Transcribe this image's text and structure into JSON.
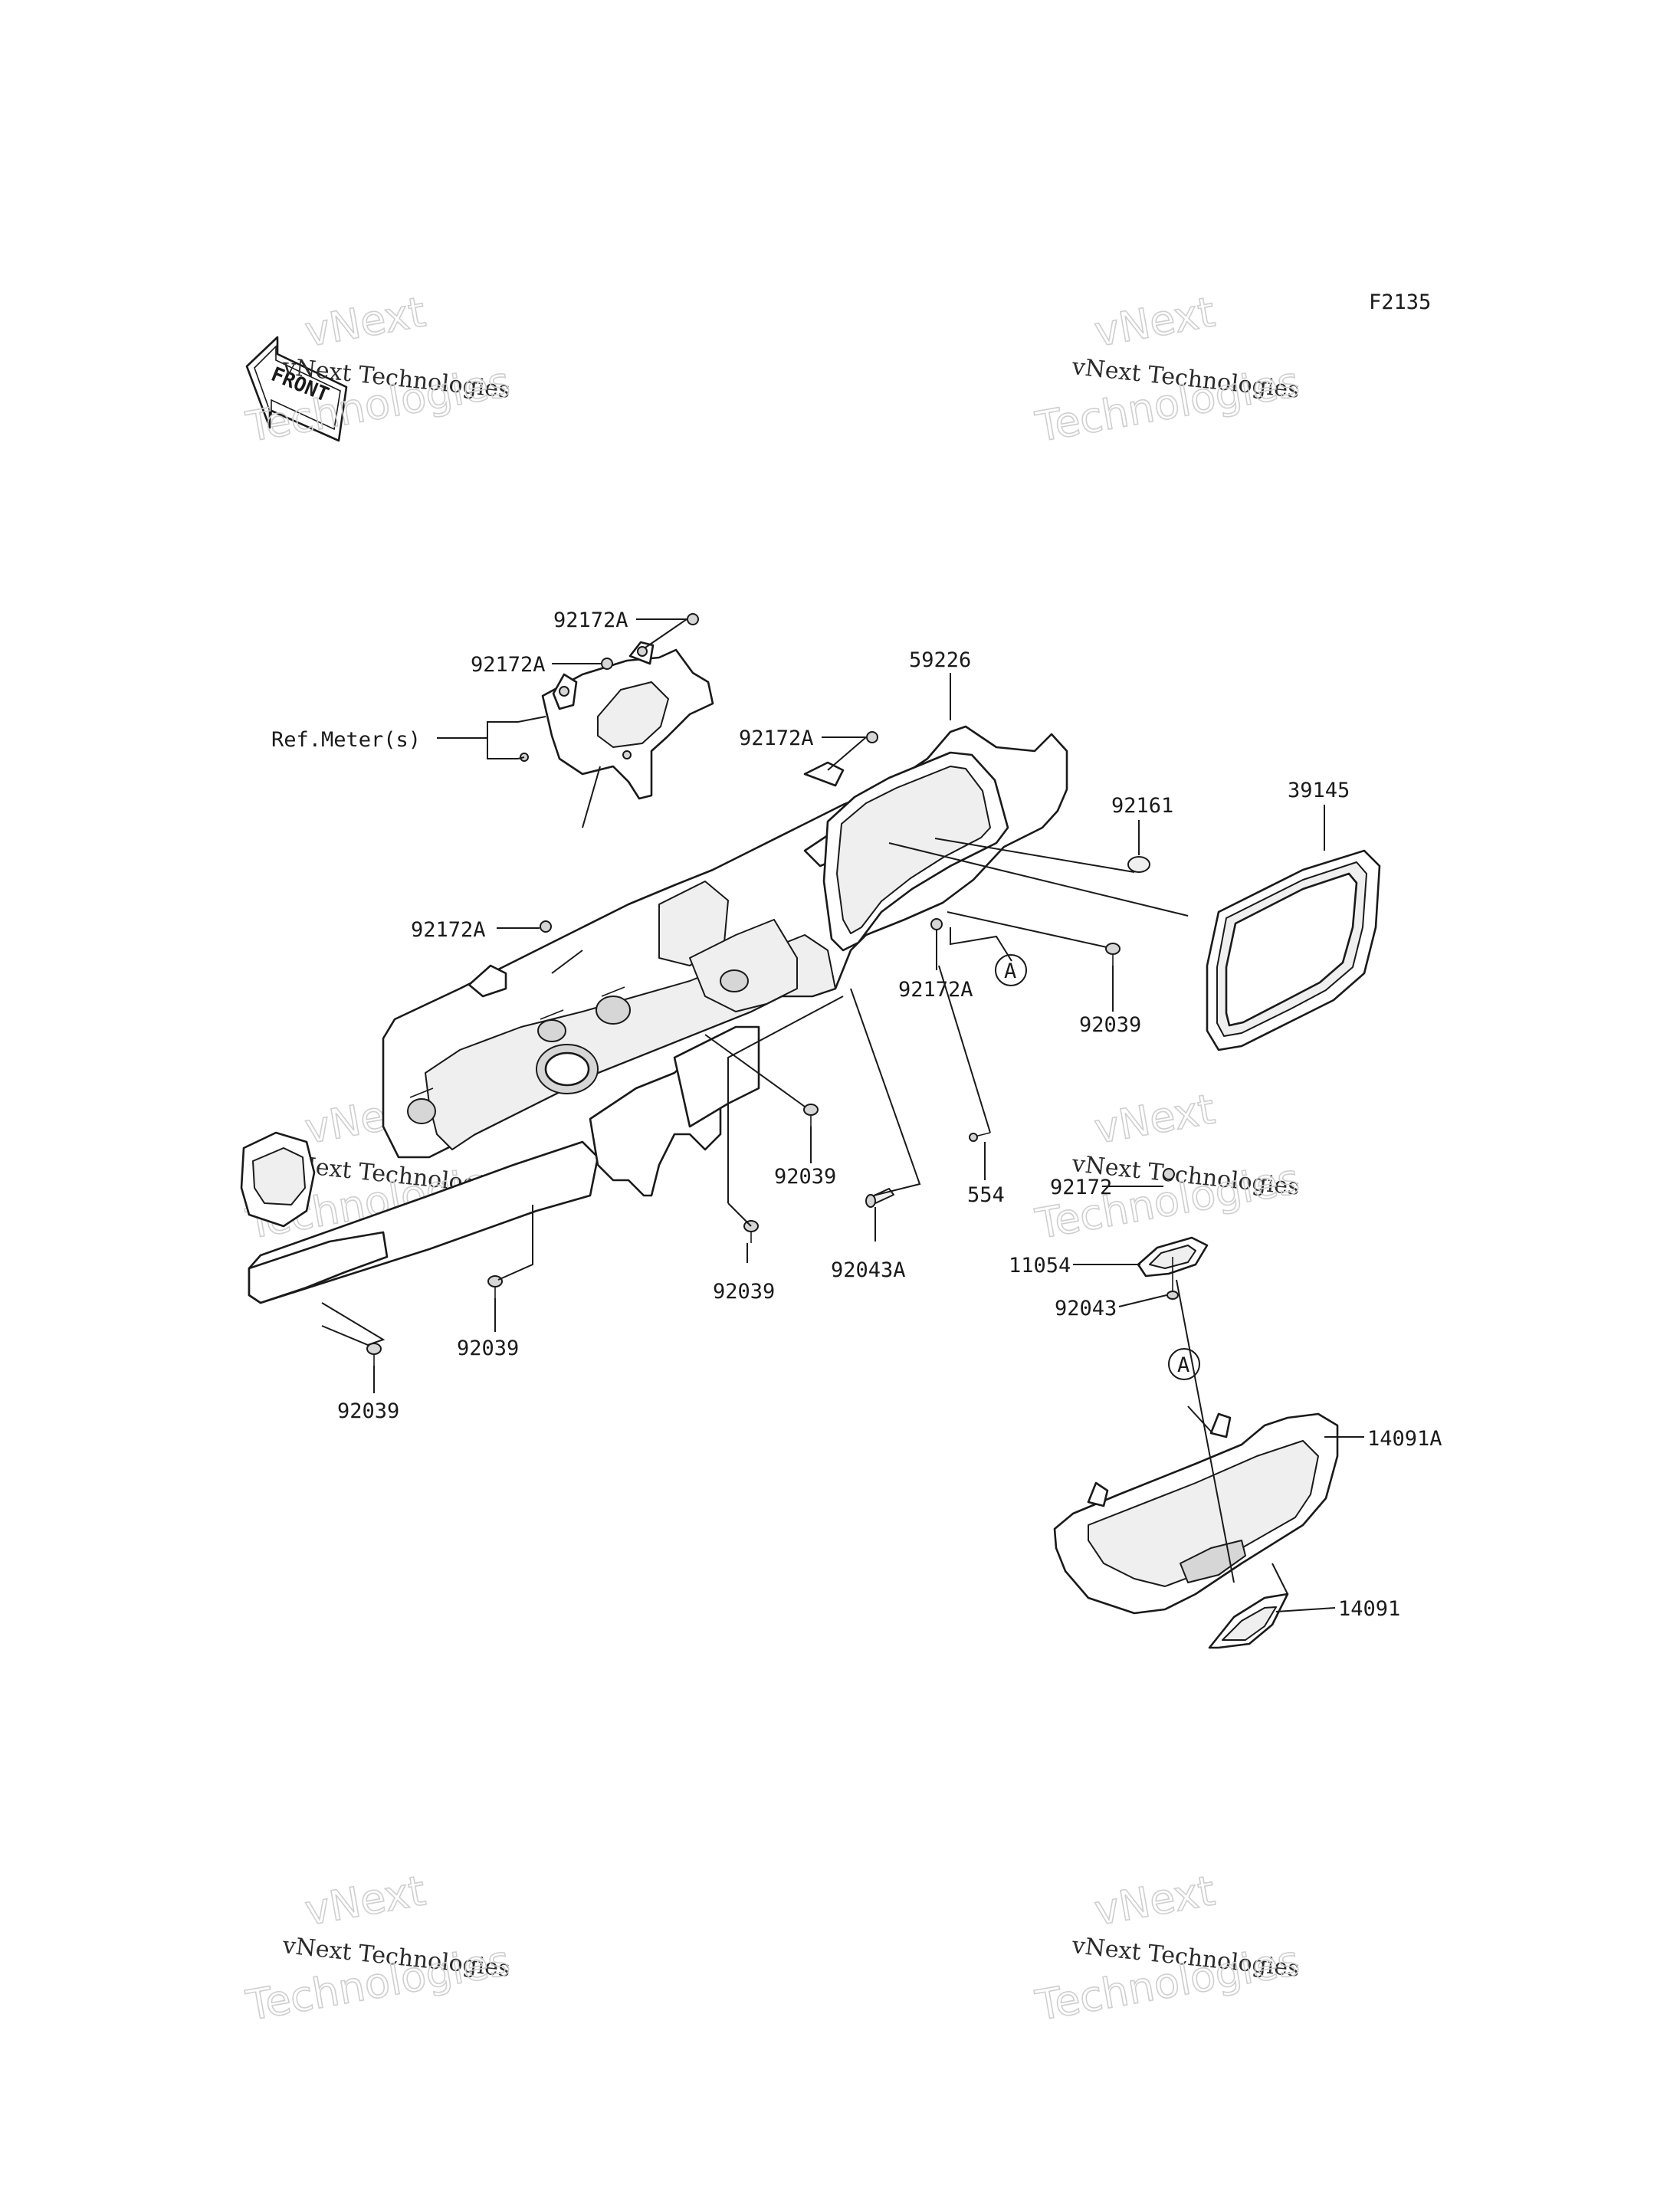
{
  "figure_code": "F2135",
  "front_arrow_label": "FRONT",
  "watermark": {
    "line1": "vNext",
    "line2": "vNext Technologies",
    "line3": "Technologies"
  },
  "ref_marker": "A",
  "labels": {
    "p92172A_1": "92172A",
    "p92172A_2": "92172A",
    "p92172A_3": "92172A",
    "p92172A_4": "92172A",
    "p92172A_5": "92172A",
    "ref_meter": "Ref.Meter(s)",
    "p59226": "59226",
    "p92161": "92161",
    "p39145": "39145",
    "p92039_1": "92039",
    "p92039_2": "92039",
    "p92039_3": "92039",
    "p92039_4": "92039",
    "p92039_5": "92039",
    "p92043A": "92043A",
    "p554": "554",
    "p92172": "92172",
    "p11054": "11054",
    "p92043": "92043",
    "p14091A": "14091A",
    "p14091": "14091"
  }
}
